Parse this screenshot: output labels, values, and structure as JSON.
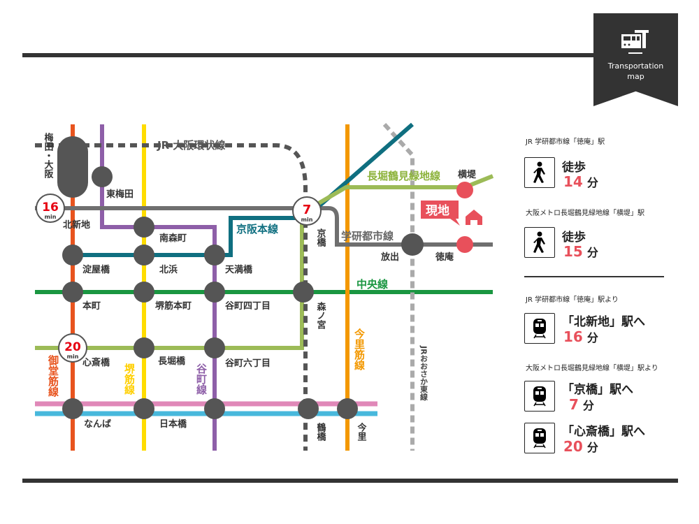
{
  "badge": {
    "title_line1": "Transportation",
    "title_line2": "map",
    "icon": "train-station-icon"
  },
  "map": {
    "lines": {
      "jr_loop": "JR 大阪環状線",
      "keihan": "京阪本線",
      "nagahori": "長堀鶴見緑地線",
      "gakken": "学研都市線",
      "chuo": "中央線",
      "midosuji": "御堂筋線",
      "sakaisuji": "堺筋線",
      "tanimachi": "谷町線",
      "imazato": "今里筋線",
      "jr_higashi": "JRおおさか東線"
    },
    "stations": {
      "umeda": "梅田・大阪",
      "higashi_umeda": "東梅田",
      "kitashinchi": "北新地",
      "minamimorimachi": "南森町",
      "yodoyabashi": "淀屋橋",
      "kitahama": "北浜",
      "tenmabashi": "天満橋",
      "kyobashi": "京橋",
      "honmachi": "本町",
      "sakaisuji_honmachi": "堺筋本町",
      "tanimachi4": "谷町四丁目",
      "morinomiya": "森ノ宮",
      "shinsaibashi": "心斎橋",
      "nagahoribashi": "長堀橋",
      "tanimachi6": "谷町六丁目",
      "namba": "なんば",
      "nipponbashi": "日本橋",
      "tsuruhashi": "鶴橋",
      "imazato": "今里",
      "hanaten": "放出",
      "tokuan": "徳庵",
      "yokozutsumi": "横堤"
    },
    "site_label": "現地",
    "time_badges": [
      {
        "value": "16",
        "unit": "min"
      },
      {
        "value": "7",
        "unit": "min"
      },
      {
        "value": "20",
        "unit": "min"
      }
    ],
    "colors": {
      "midosuji": "#e8541e",
      "tanimachi": "#8e5fa8",
      "sakaisuji": "#ffdc00",
      "imazato": "#f39800",
      "chuo": "#1a9641",
      "nagahori": "#9cbb57",
      "keihan": "#0f6f80",
      "gakken": "#6f6f6f",
      "pink": "#e088b8",
      "blue": "#48b8dc",
      "accent": "#e8505b"
    }
  },
  "panel": {
    "walk": [
      {
        "caption": "JR 学研都市線「徳庵」駅",
        "label": "徒歩",
        "minutes": "14",
        "unit": "分",
        "icon": "walking-person-icon"
      },
      {
        "caption": "大阪メトロ長堀鶴見緑地線「横堤」駅",
        "label": "徒歩",
        "minutes": "15",
        "unit": "分",
        "icon": "walking-person-icon"
      }
    ],
    "train_caption1": "JR 学研都市線「徳庵」駅より",
    "train_caption2": "大阪メトロ長堀鶴見緑地線「横堤」駅より",
    "trains": [
      {
        "label": "「北新地」駅へ",
        "minutes": "16",
        "unit": "分",
        "icon": "train-icon"
      },
      {
        "label": "「京橋」駅へ",
        "minutes": "7",
        "unit": "分",
        "icon": "train-icon"
      },
      {
        "label": "「心斎橋」駅へ",
        "minutes": "20",
        "unit": "分",
        "icon": "train-icon"
      }
    ]
  }
}
